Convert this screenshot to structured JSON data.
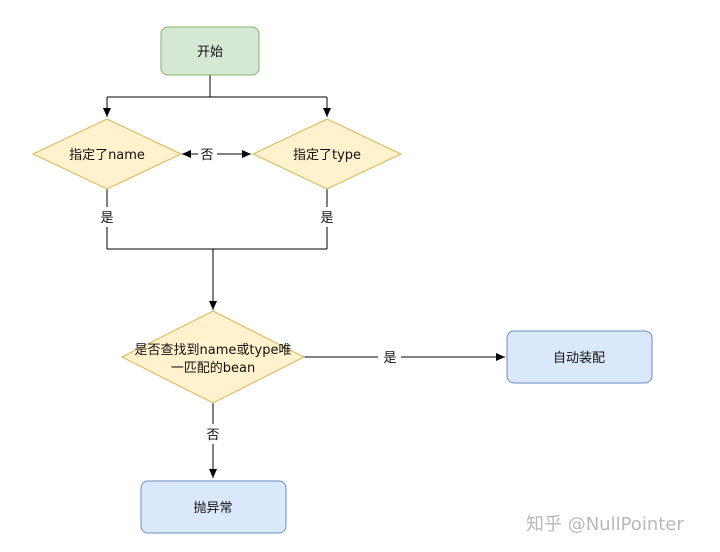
{
  "nodes": {
    "start": "开始",
    "check_name": "指定了name",
    "check_type": "指定了type",
    "lookup_line1": "是否查找到name或type唯",
    "lookup_line2": "一匹配的bean",
    "autowire": "自动装配",
    "throw": "抛异常"
  },
  "edges": {
    "no_between": "否",
    "yes_name": "是",
    "yes_type": "是",
    "yes_autowire": "是",
    "no_throw": "否"
  },
  "watermark": "知乎 @NullPointer",
  "colors": {
    "start_fill": "#d5e8d4",
    "start_stroke": "#82b366",
    "decision_fill": "#fff2cc",
    "decision_stroke": "#d6b656",
    "process_fill": "#dae8fc",
    "process_stroke": "#6c8ebf",
    "line": "#000000"
  }
}
